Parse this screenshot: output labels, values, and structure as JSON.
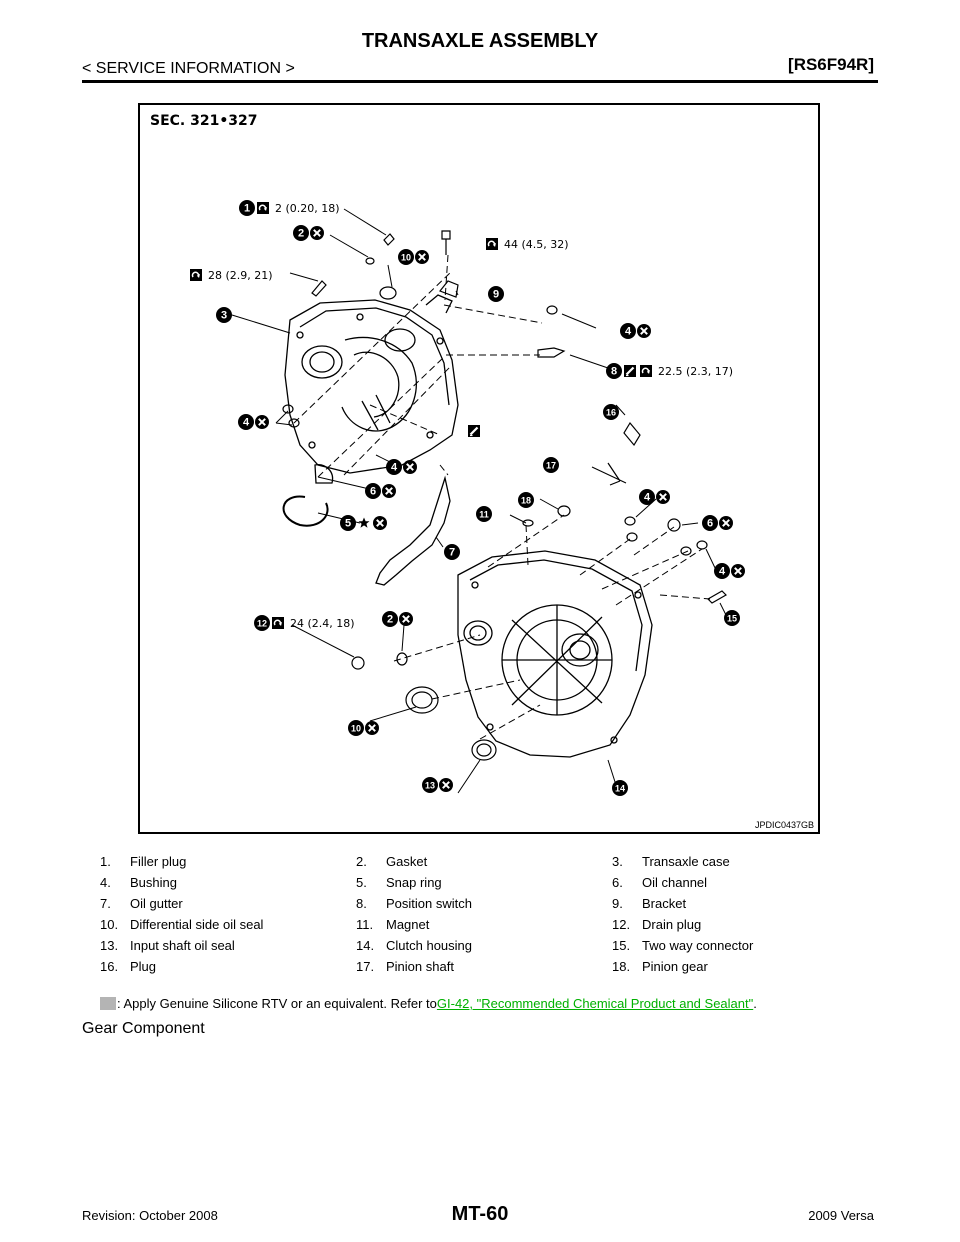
{
  "header": {
    "title": "TRANSAXLE ASSEMBLY",
    "section": "< SERVICE INFORMATION >",
    "model_code": "[RS6F94R]"
  },
  "figure": {
    "section_label": "SEC. 321•327",
    "image_code": "JPDIC0437GB",
    "callouts": [
      {
        "num": "1",
        "icons": [
          "torque"
        ],
        "spec": "2 (0.20, 18)"
      },
      {
        "num": "2",
        "icons": [
          "discard"
        ]
      },
      {
        "num": "10",
        "icons": [
          "discard"
        ]
      },
      {
        "num": "",
        "icons": [
          "torque"
        ],
        "spec": "44 (4.5, 32)"
      },
      {
        "num": "",
        "icons": [
          "torque"
        ],
        "spec": "28 (2.9, 21)"
      },
      {
        "num": "9",
        "icons": []
      },
      {
        "num": "3",
        "icons": []
      },
      {
        "num": "4",
        "icons": [
          "discard"
        ]
      },
      {
        "num": "8",
        "icons": [
          "sealant",
          "torque"
        ],
        "spec": "22.5 (2.3, 17)"
      },
      {
        "num": "4",
        "icons": [
          "discard"
        ]
      },
      {
        "num": "16",
        "icons": []
      },
      {
        "num": "",
        "icons": [
          "sealant"
        ]
      },
      {
        "num": "4",
        "icons": [
          "discard"
        ]
      },
      {
        "num": "17",
        "icons": []
      },
      {
        "num": "6",
        "icons": [
          "discard"
        ]
      },
      {
        "num": "18",
        "icons": []
      },
      {
        "num": "4",
        "icons": [
          "discard"
        ]
      },
      {
        "num": "5",
        "icons": [
          "star",
          "discard"
        ]
      },
      {
        "num": "11",
        "icons": []
      },
      {
        "num": "6",
        "icons": [
          "discard"
        ]
      },
      {
        "num": "7",
        "icons": []
      },
      {
        "num": "4",
        "icons": [
          "discard"
        ]
      },
      {
        "num": "15",
        "icons": []
      },
      {
        "num": "12",
        "icons": [
          "torque"
        ],
        "spec": "24 (2.4, 18)"
      },
      {
        "num": "2",
        "icons": [
          "discard"
        ]
      },
      {
        "num": "10",
        "icons": [
          "discard"
        ]
      },
      {
        "num": "13",
        "icons": [
          "discard"
        ]
      },
      {
        "num": "14",
        "icons": []
      }
    ]
  },
  "legend": {
    "rows": [
      [
        {
          "num": "1.",
          "label": "Filler plug"
        },
        {
          "num": "2.",
          "label": "Gasket"
        },
        {
          "num": "3.",
          "label": "Transaxle case"
        }
      ],
      [
        {
          "num": "4.",
          "label": "Bushing"
        },
        {
          "num": "5.",
          "label": "Snap ring"
        },
        {
          "num": "6.",
          "label": "Oil channel"
        }
      ],
      [
        {
          "num": "7.",
          "label": "Oil gutter"
        },
        {
          "num": "8.",
          "label": "Position switch"
        },
        {
          "num": "9.",
          "label": "Bracket"
        }
      ],
      [
        {
          "num": "10.",
          "label": "Differential side oil seal"
        },
        {
          "num": "11.",
          "label": "Magnet"
        },
        {
          "num": "12.",
          "label": "Drain plug"
        }
      ],
      [
        {
          "num": "13.",
          "label": "Input shaft oil seal"
        },
        {
          "num": "14.",
          "label": "Clutch housing"
        },
        {
          "num": "15.",
          "label": "Two way connector"
        }
      ],
      [
        {
          "num": "16.",
          "label": "Plug"
        },
        {
          "num": "17.",
          "label": "Pinion shaft"
        },
        {
          "num": "18.",
          "label": "Pinion gear"
        }
      ]
    ]
  },
  "note": {
    "text": ": Apply Genuine Silicone RTV or an equivalent. Refer to ",
    "link": "GI-42, \"Recommended Chemical Product and Sealant\"",
    "suffix": "."
  },
  "section_heading": "Gear Component",
  "footer": {
    "revision": "Revision: October 2008",
    "page": "MT-60",
    "vehicle": "2009 Versa"
  },
  "colors": {
    "link": "#00b000",
    "sealant_swatch": "#b4b4b4"
  }
}
